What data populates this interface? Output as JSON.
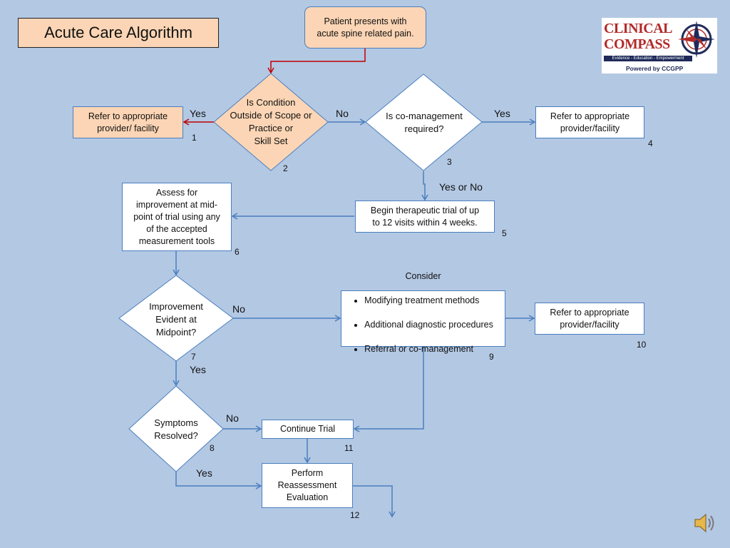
{
  "title": "Acute Care Algorithm",
  "logo": {
    "line1": "CLINICAL",
    "line2": "COMPASS",
    "tagline": "Evidence - Education - Empowerment",
    "powered": "Powered by CCGPP",
    "icon": "compass-rose-icon"
  },
  "nodes": {
    "start": "Patient presents with\nacute spine related pain.",
    "refer1": "Refer to appropriate\nprovider/ facility",
    "scope": "Is Condition\nOutside of Scope or\nPractice or\nSkill Set",
    "comanage": "Is co-management\nrequired?",
    "refer4": "Refer to appropriate\nprovider/facility",
    "trial": "Begin therapeutic trial of up\nto 12 visits within 4 weeks.",
    "assess": "Assess for\nimprovement at mid-\npoint of trial using any\nof the accepted\nmeasurement tools",
    "improvement": "Improvement\nEvident at\nMidpoint?",
    "consider_title": "Consider",
    "consider_items": [
      "Modifying treatment methods",
      "Additional diagnostic procedures",
      "Referral or co-management"
    ],
    "refer10": "Refer to appropriate\nprovider/facility",
    "symptoms": "Symptoms\nResolved?",
    "continue": "Continue Trial",
    "perform": "Perform\nReassessment\nEvaluation"
  },
  "numbers": {
    "n1": "1",
    "n2": "2",
    "n3": "3",
    "n4": "4",
    "n5": "5",
    "n6": "6",
    "n7": "7",
    "n8": "8",
    "n9": "9",
    "n10": "10",
    "n11": "11",
    "n12": "12"
  },
  "edge_labels": {
    "scope_yes": "Yes",
    "scope_no": "No",
    "comanage_yes": "Yes",
    "comanage_yes_or_no": "Yes or No",
    "improvement_no": "No",
    "improvement_yes": "Yes",
    "symptoms_no": "No",
    "symptoms_yes": "Yes"
  },
  "colors": {
    "background": "#b3c8e3",
    "peach": "#fbd5b5",
    "blue_line": "#4a7fbf",
    "red_line": "#c00000",
    "logo_red": "#b22a2a",
    "logo_navy": "#1f2a5a"
  },
  "speaker": "speaker-icon"
}
